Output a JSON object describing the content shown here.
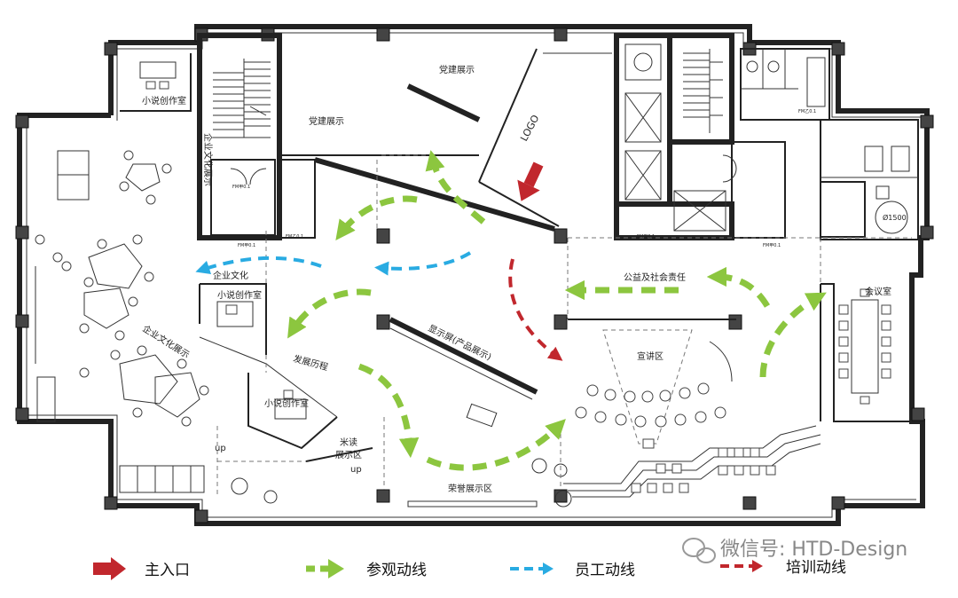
{
  "rooms": {
    "novel_studio_top": "小说创作室",
    "culture_vertical": "企业文化展示",
    "party_a": "党建展示",
    "party_b": "党建展示",
    "logo": "LOGO",
    "corp_culture": "企业文化",
    "novel_studio_mid": "小说创作室",
    "culture_display": "企业文化展示",
    "development": "发展历程",
    "display_screen": "显示屏(产品展示)",
    "novel_studio_low": "小说创作室",
    "rice_reading_1": "米读",
    "rice_reading_2": "展示区",
    "honor": "荣誉展示区",
    "welfare": "公益及社会责任",
    "lecture": "宣讲区",
    "meeting": "会议室",
    "up_1": "up",
    "up_2": "up",
    "diameter": "Ø1500"
  },
  "door_tags": [
    "FM甲0.1",
    "FM甲0.1",
    "FM乙0.1",
    "FM甲0.1",
    "FM甲0.1",
    "FM乙0.1"
  ],
  "legend": {
    "main_entrance": "主入口",
    "visit_route": "参观动线",
    "staff_route": "员工动线",
    "training_route": "培训动线"
  },
  "watermark": "微信号: HTD-Design",
  "colors": {
    "main_entrance": "#c1272d",
    "visit_route": "#8cc63f",
    "staff_route": "#29abe2",
    "training_route": "#c1272d"
  }
}
